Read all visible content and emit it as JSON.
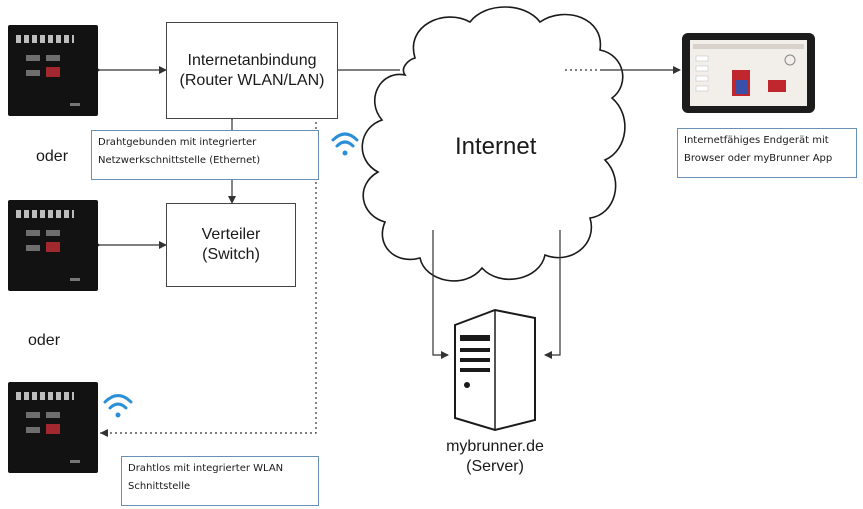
{
  "router_box": {
    "line1": "Internetanbindung",
    "line2": "(Router WLAN/LAN)"
  },
  "switch_box": {
    "line1": "Verteiler",
    "line2": "(Switch)"
  },
  "wired_note": {
    "line1": "Drahtgebunden mit integrierter",
    "line2": "Netzwerkschnittstelle (Ethernet)"
  },
  "wireless_note": {
    "line1": "Drahtlos mit integrierter WLAN",
    "line2": "Schnittstelle"
  },
  "client_note": {
    "line1": "Internetfähiges Endgerät mit",
    "line2": "Browser oder myBrunner App"
  },
  "oder_labels": [
    "oder",
    "oder"
  ],
  "cloud_label": "Internet",
  "server_label": {
    "line1": "mybrunner.de",
    "line2": "(Server)"
  },
  "icons": [
    "controller-device-icon",
    "wifi-icon",
    "cloud-icon",
    "server-icon",
    "tablet-icon"
  ],
  "colors": {
    "wifi": "#2b8fd8",
    "note_border": "#6a8fb5",
    "line": "#333333"
  }
}
